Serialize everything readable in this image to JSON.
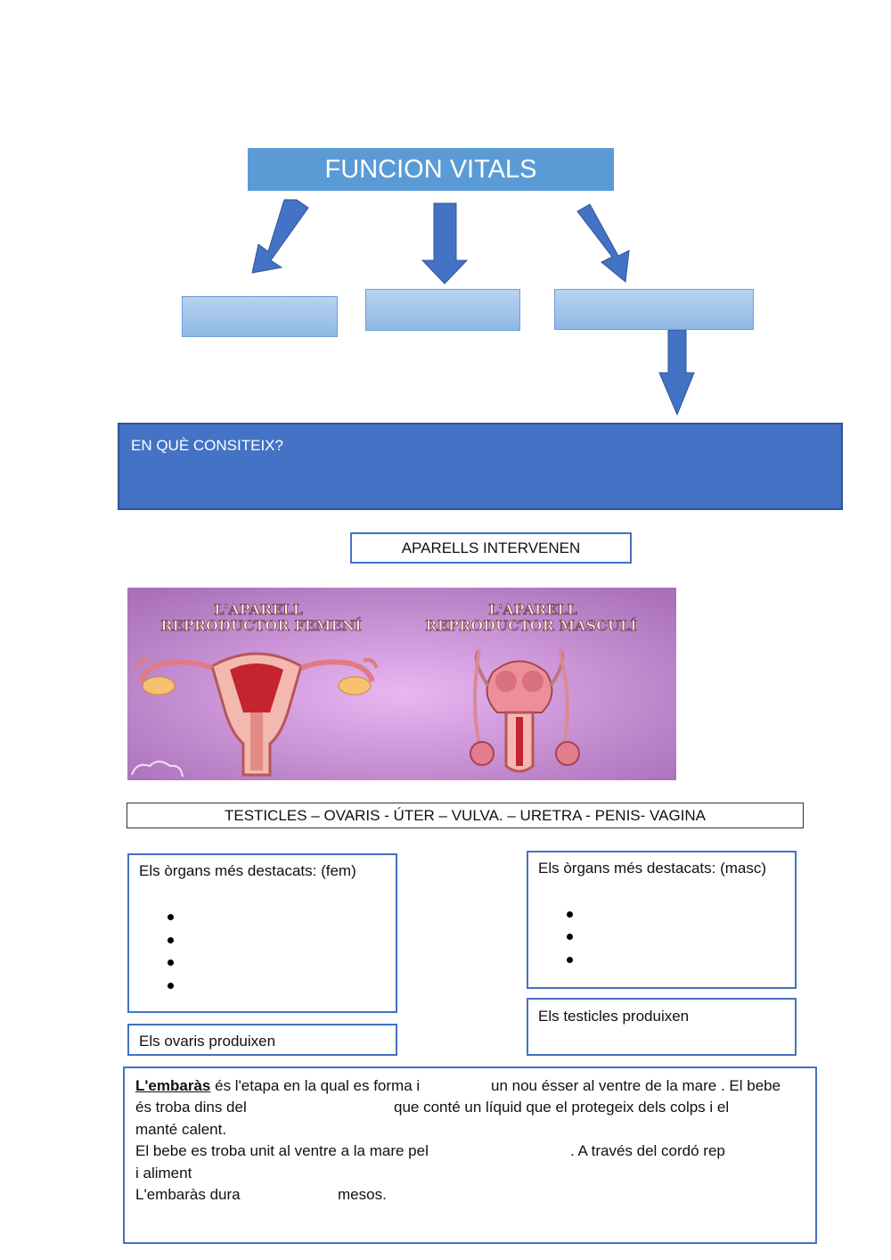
{
  "header": {
    "title": "FUNCION VITALS"
  },
  "panel": {
    "question": "EN QUÈ CONSITEIX?"
  },
  "apparatus_label": "APARELLS INTERVENEN",
  "illustration": {
    "female_title_line1": "L'APARELL",
    "female_title_line2": "REPRODUCTOR FEMENÍ",
    "male_title_line1": "L'APARELL",
    "male_title_line2": "REPRODUCTOR MASCULÍ"
  },
  "word_bank": "TESTICLES – OVARIS  -  ÚTER –  VULVA. – URETRA -  PENIS- VAGINA",
  "female_box": {
    "heading": "Els òrgans més destacats:  (fem)"
  },
  "male_box": {
    "heading": "Els òrgans més destacats:  (masc)"
  },
  "ovaries_box": {
    "text": "Els ovaris produixen"
  },
  "testicles_box": {
    "text": "Els testicles  produixen"
  },
  "pregnancy": {
    "term": "L'embaràs",
    "l1a": "és l'etapa en la qual es forma i",
    "l1b": "un nou ésser al ventre de la mare  . El bebe",
    "l2a": "és troba dins del",
    "l2b": "que  conté un líquid que el protegeix dels colps i el",
    "l3": "manté calent.",
    "l4a": "El bebe es troba unit al ventre a la mare pel",
    "l4b": ". A través del cordó rep",
    "l5": "i aliment",
    "l6a": "L'embaràs dura",
    "l6b": "mesos."
  },
  "colors": {
    "title_box": "#5b9bd5",
    "panel": "#4472c4",
    "arrow": "#4472c4",
    "banner_bg": "#c98fd6"
  }
}
